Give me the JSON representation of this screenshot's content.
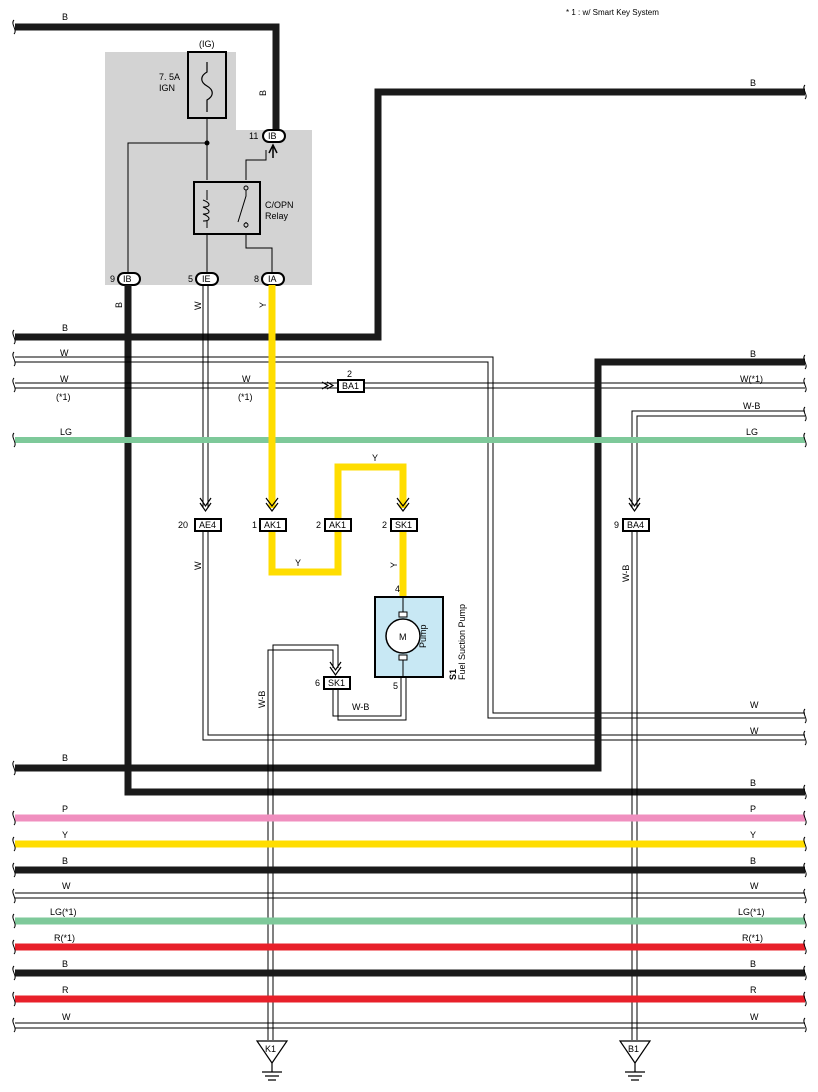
{
  "note": "* 1 : w/ Smart Key System",
  "colors": {
    "B": "#1a1a1a",
    "W": "#ffffff",
    "Y": "#ffdd00",
    "LG": "#7ec99a",
    "P": "#f08fbf",
    "R": "#e8202a",
    "block_gray": "#d3d3d3",
    "pump_fill": "#c8e8f4"
  },
  "block": {
    "fuse_label": "(IG)",
    "fuse_rating": "7. 5A",
    "fuse_name": "IGN",
    "relay_name_1": "C/OPN",
    "relay_name_2": "Relay",
    "pins": [
      {
        "num": "11",
        "code": "IB"
      },
      {
        "num": "9",
        "code": "IB"
      },
      {
        "num": "5",
        "code": "IE"
      },
      {
        "num": "8",
        "code": "IA"
      }
    ]
  },
  "connectors": {
    "ba1": {
      "num": "2",
      "code": "BA1"
    },
    "ae4": {
      "num": "20",
      "code": "AE4"
    },
    "ak1_a": {
      "num": "1",
      "code": "AK1"
    },
    "ak1_b": {
      "num": "2",
      "code": "AK1"
    },
    "sk1_a": {
      "num": "2",
      "code": "SK1"
    },
    "sk1_b": {
      "num": "6",
      "code": "SK1"
    },
    "ba4": {
      "num": "9",
      "code": "BA4"
    }
  },
  "pump": {
    "id": "S1",
    "name": "Fuel Suction Pump",
    "motor": "M",
    "inner": "Pump",
    "pin_top": "4",
    "pin_bottom": "5"
  },
  "grounds": {
    "left": "K1",
    "right": "B1"
  },
  "wire_labels": {
    "top_b": "B",
    "vert_b_right": "B",
    "right_b_1": "B",
    "b_left_row": "B",
    "w_row1": "W",
    "w_row2_left": "W",
    "w_row2_mid": "W",
    "w_row2_right": "W(*1)",
    "opt_left": "(*1)",
    "opt_mid": "(*1)",
    "right_b_2": "B",
    "wb_right": "W-B",
    "lg_left": "LG",
    "lg_right": "LG",
    "pin9_b": "B",
    "pin5_w": "W",
    "pin8_y": "Y",
    "y_top_loop": "Y",
    "y_ak_bottom": "Y",
    "y_sk_vert": "Y",
    "ae4_w": "W",
    "ba4_wb": "W-B",
    "wb_left": "W-B",
    "wb_sk_bottom": "W-B",
    "w_right_1": "W",
    "w_right_2": "W",
    "b_left_lower": "B",
    "b_right_lower": "B",
    "p_left": "P",
    "p_right": "P",
    "y_left": "Y",
    "y_right": "Y",
    "b3_left": "B",
    "b3_right": "B",
    "w3_left": "W",
    "w3_right": "W",
    "lg1_left": "LG(*1)",
    "lg1_right": "LG(*1)",
    "r1_left": "R(*1)",
    "r1_right": "R(*1)",
    "b4_left": "B",
    "b4_right": "B",
    "r_left": "R",
    "r_right": "R",
    "w4_left": "W",
    "w4_right": "W"
  }
}
